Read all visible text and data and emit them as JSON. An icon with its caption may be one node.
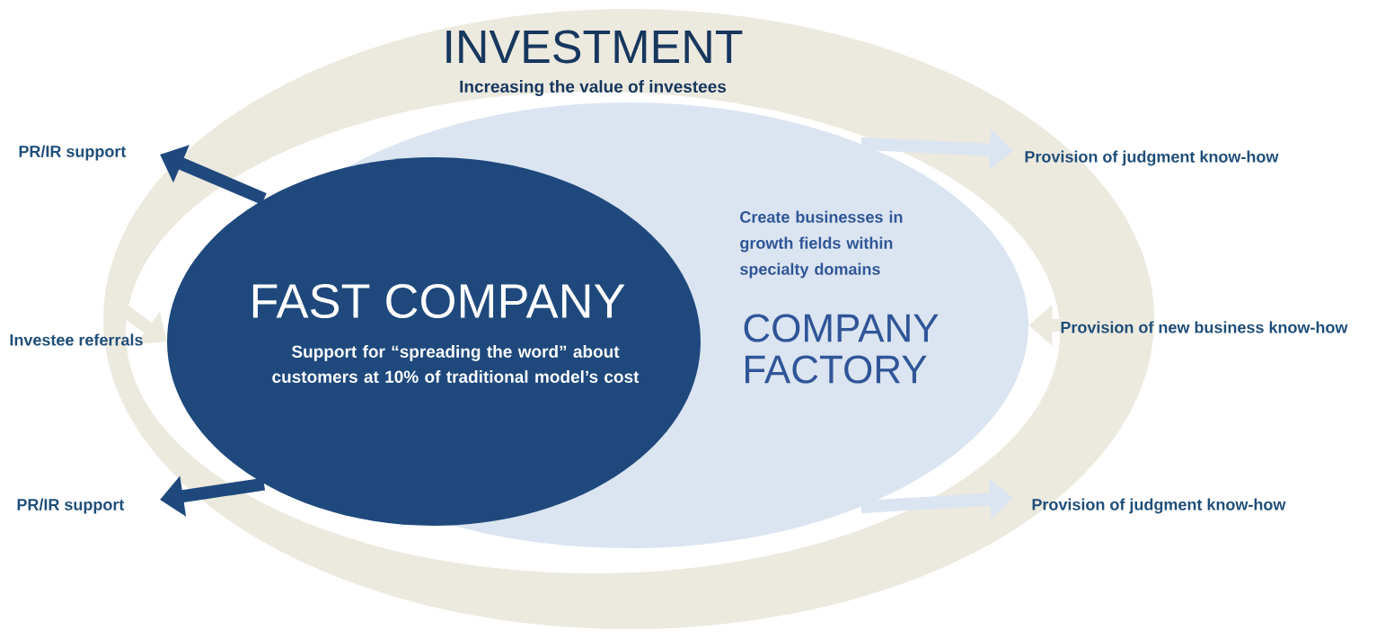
{
  "diagram": {
    "nodes": [
      {
        "text": [
          "INVESTMENT",
          "Increasing the value of investees"
        ]
      },
      {
        "text": [
          "Create businesses in growth fields within specialty domains",
          "COMPANY FACTORY"
        ],
        "in": 0
      },
      {
        "text": [
          "FAST COMPANY",
          "Support for “spreading the word” about customers at 10% of traditional model’s cost"
        ],
        "in": 0
      }
    ],
    "edges": [
      {
        "from": 2,
        "to": 0,
        "arrow": "to",
        "label": "PR/IR support",
        "color": "#1f497d"
      },
      {
        "from": 0,
        "to": 2,
        "arrow": "to",
        "label": "Investee referrals",
        "color": "#ece9df"
      },
      {
        "from": 2,
        "to": 0,
        "arrow": "to",
        "label": "PR/IR support",
        "color": "#1f497d"
      },
      {
        "from": 1,
        "to": 0,
        "arrow": "to",
        "label": "Provision of judgment know-how",
        "color": "#dbe5f1"
      },
      {
        "from": 0,
        "to": 1,
        "arrow": "to",
        "label": "Provision of new business know-how",
        "color": "#ece9df"
      },
      {
        "from": 1,
        "to": 0,
        "arrow": "to",
        "label": "Provision of judgment know-how",
        "color": "#dbe5f1"
      }
    ]
  }
}
